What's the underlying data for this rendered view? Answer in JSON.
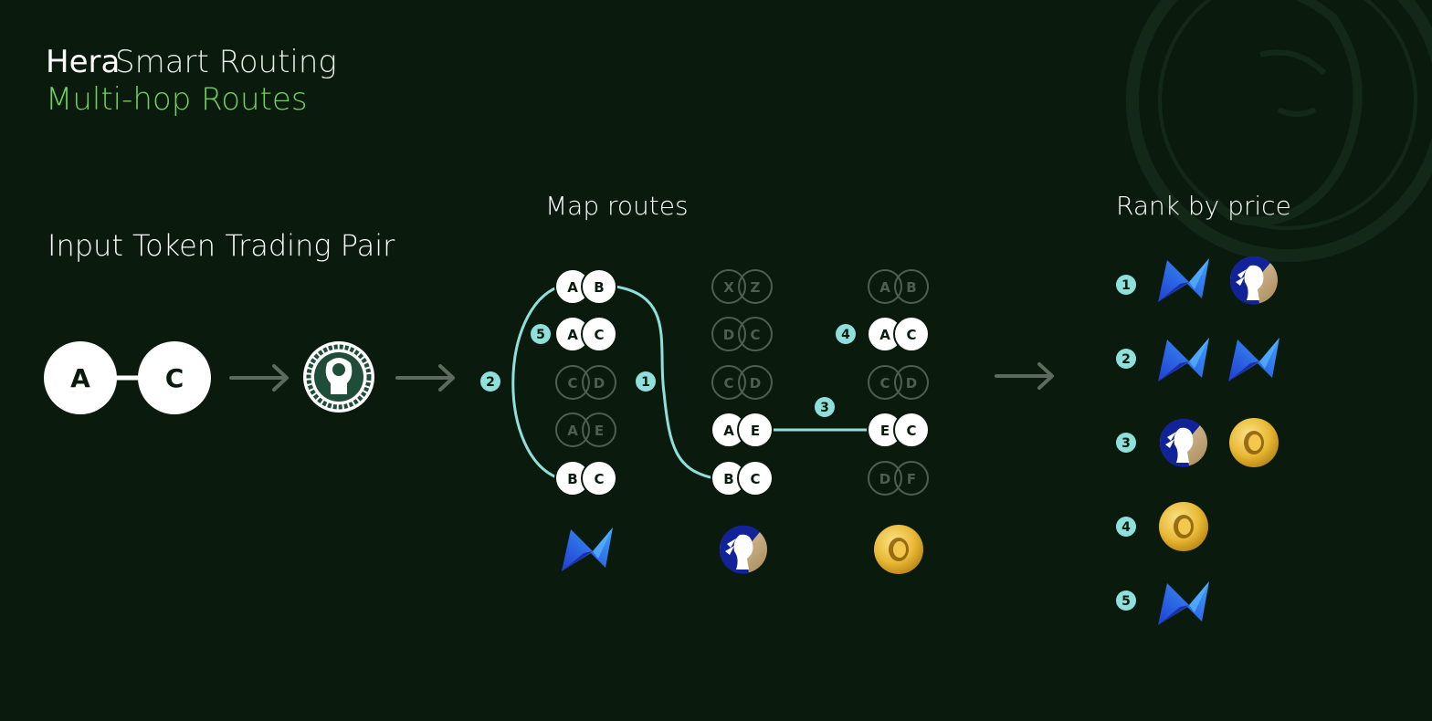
{
  "header": {
    "brand": "Hera",
    "title_rest": "Smart Routing",
    "subtitle": "Multi-hop Routes"
  },
  "input": {
    "label": "Input Token Trading Pair",
    "token_a": "A",
    "token_b": "C"
  },
  "map": {
    "label": "Map routes",
    "columns": [
      {
        "dex_icon": "blue-wing-dex-icon",
        "pairs": [
          {
            "a": "A",
            "b": "B",
            "active": true
          },
          {
            "a": "A",
            "b": "C",
            "active": true
          },
          {
            "a": "C",
            "b": "D",
            "active": false
          },
          {
            "a": "A",
            "b": "E",
            "active": false
          },
          {
            "a": "B",
            "b": "C",
            "active": true
          }
        ]
      },
      {
        "dex_icon": "goddess-dex-icon",
        "pairs": [
          {
            "a": "X",
            "b": "Z",
            "active": false
          },
          {
            "a": "D",
            "b": "C",
            "active": false
          },
          {
            "a": "C",
            "b": "D",
            "active": false
          },
          {
            "a": "A",
            "b": "E",
            "active": true
          },
          {
            "a": "B",
            "b": "C",
            "active": true
          }
        ]
      },
      {
        "dex_icon": "gold-coin-dex-icon",
        "pairs": [
          {
            "a": "A",
            "b": "B",
            "active": false
          },
          {
            "a": "A",
            "b": "C",
            "active": true
          },
          {
            "a": "C",
            "b": "D",
            "active": false
          },
          {
            "a": "E",
            "b": "C",
            "active": true
          },
          {
            "a": "D",
            "b": "F",
            "active": false
          }
        ]
      }
    ],
    "route_badges": [
      "1",
      "2",
      "3",
      "4",
      "5"
    ]
  },
  "rank": {
    "label": "Rank by price",
    "rows": [
      {
        "rank": "1",
        "icons": [
          "blue-wing-dex-icon",
          "goddess-dex-icon"
        ]
      },
      {
        "rank": "2",
        "icons": [
          "blue-wing-dex-icon",
          "blue-wing-dex-icon"
        ]
      },
      {
        "rank": "3",
        "icons": [
          "goddess-dex-icon",
          "gold-coin-dex-icon"
        ]
      },
      {
        "rank": "4",
        "icons": [
          "gold-coin-dex-icon"
        ]
      },
      {
        "rank": "5",
        "icons": [
          "blue-wing-dex-icon"
        ]
      }
    ]
  },
  "colors": {
    "background": "#0a1b0e",
    "accent_green": "#6fd15c",
    "route_line": "#8fe0dc",
    "badge": "#8fe0dc",
    "inactive_pair": "#4e5e52",
    "arrow": "#5c6a60"
  }
}
